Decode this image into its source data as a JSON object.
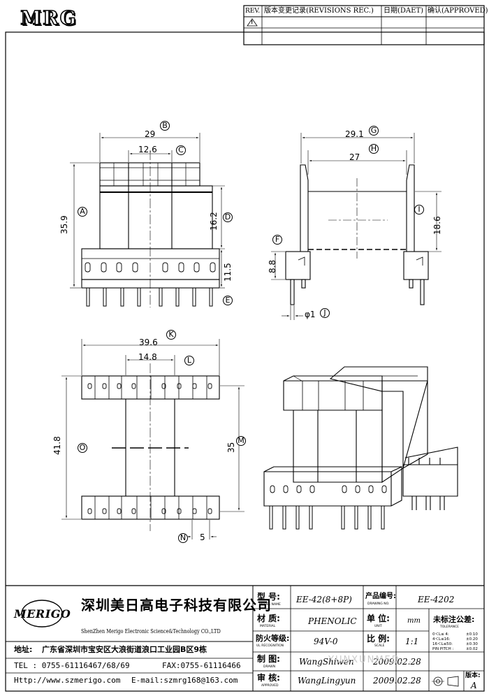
{
  "header": {
    "logo": "MRG",
    "rev_label": "REV.",
    "revisions_label": "版本变更记录(REVISIONS REC.)",
    "date_label": "日期(DAET)",
    "approved_label": "确认(APPROVED)",
    "warning_mark": "!"
  },
  "drawing": {
    "circle_labels": [
      "A",
      "B",
      "C",
      "D",
      "E",
      "F",
      "G",
      "H",
      "I",
      "J",
      "K",
      "L",
      "M",
      "N",
      "O"
    ],
    "dims": {
      "d29": "29",
      "d12_6": "12.6",
      "d35_9": "35.9",
      "d16_2": "16.2",
      "d11_5": "11.5",
      "d29_1": "29.1",
      "d27": "27",
      "d18_6": "18.6",
      "d8_8": "8.8",
      "d_phi1": "φ1",
      "d39_6": "39.6",
      "d14_8": "14.8",
      "d41_8": "41.8",
      "d35": "35",
      "d5": "5"
    }
  },
  "title_block": {
    "brand": "MERIGO",
    "company_cn": "深圳美日高电子科技有限公司",
    "company_en": "ShenZhen Merigo Electronic Science&Technology CO.,LTD",
    "address_label": "地址:",
    "address": "广东省深圳市宝安区大浪街道浪口工业园B区9栋",
    "tel": "TEL : 0755-61116467/68/69",
    "fax": "FAX:0755-61116466",
    "http": "Http://www.szmerigo.com",
    "email": "E-mail:szmrg168@163.com",
    "model_label": "型 号:",
    "model_sub": "MODEL NAME",
    "model": "EE-42(8+8P)",
    "drawing_no_label": "产品编号:",
    "drawing_no_sub": "DRAWING NO.",
    "drawing_no": "EE-4202",
    "material_label": "材 质:",
    "material_sub": "MATERIAL",
    "material": "PHENOLIC",
    "unit_label": "单 位:",
    "unit_sub": "UNIT",
    "unit": "mm",
    "tolerance_label": "未标注公差:",
    "tolerance_sub": "TOLERANCE",
    "fire_label": "防火等级:",
    "fire_sub": "UL RECOGNITION",
    "fire": "94V-0",
    "scale_label": "比 例:",
    "scale_sub": "SCALE",
    "scale": "1:1",
    "tolerances": [
      {
        "range": "0＜L≤ 4:",
        "value": "±0.10"
      },
      {
        "range": "4＜L≤16:",
        "value": "±0.20"
      },
      {
        "range": "16＜L≤50:",
        "value": "±0.30"
      },
      {
        "range": "PIN PITCH :",
        "value": "±0.02"
      }
    ],
    "drawn_label": "制 图:",
    "drawn_sub": "DRAWN",
    "drawn_by": "WangShiwen",
    "drawn_date": "2009.02.28",
    "approved_label": "审 核:",
    "approved_sub": "APPROVED",
    "approved_by": "WangLingyun",
    "approved_date": "2009.02.28",
    "version_label": "版本:",
    "version": "A"
  },
  "watermark": "YUNXUNMED..."
}
